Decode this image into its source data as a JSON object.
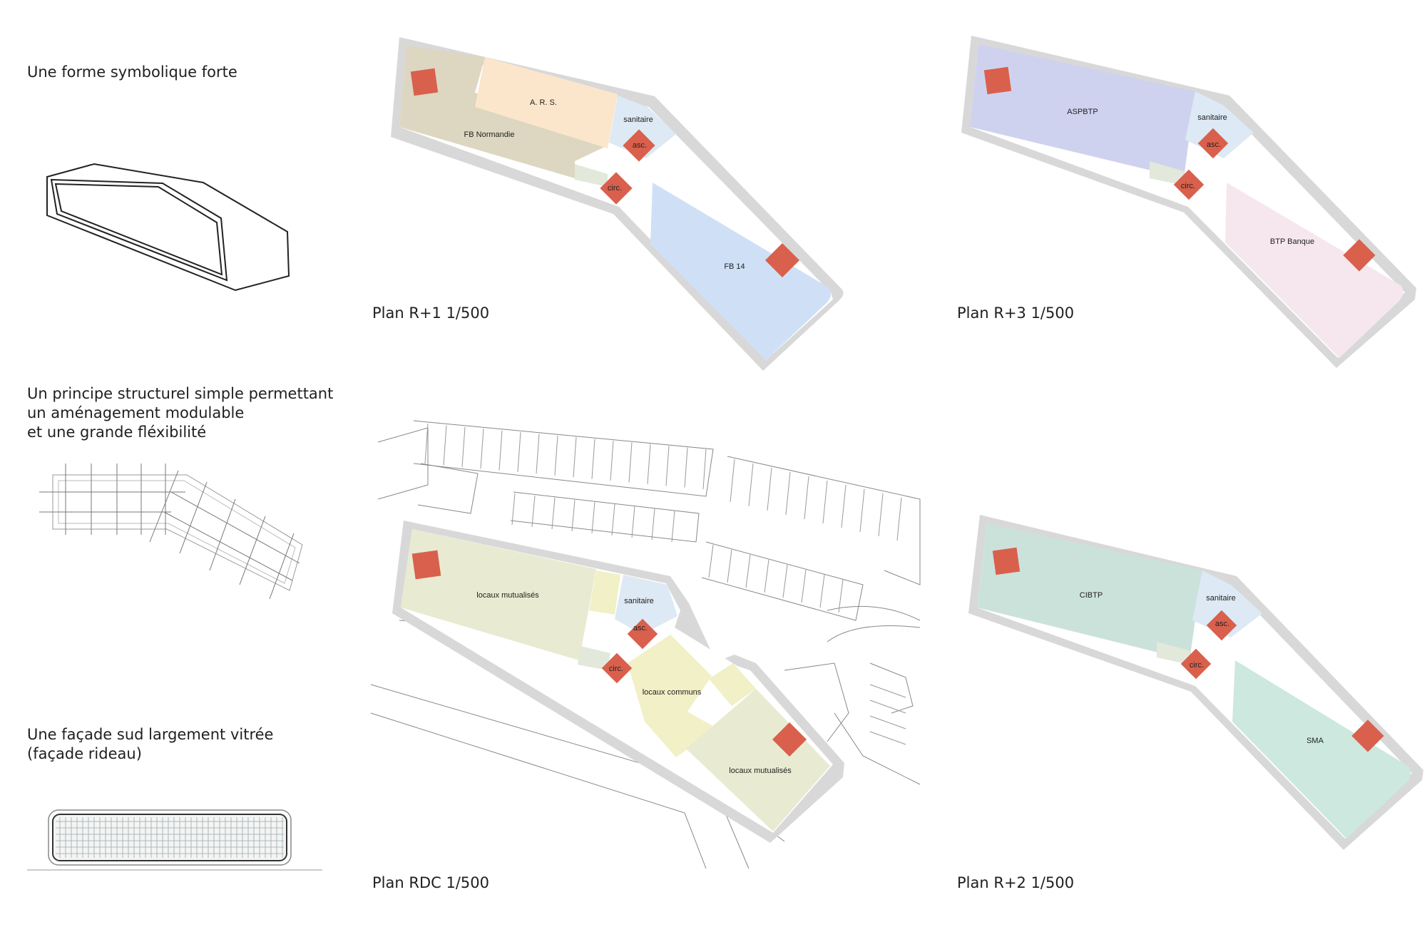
{
  "left_captions": {
    "forme": "Une forme symbolique forte",
    "structure": [
      "Un principe structurel simple permettant",
      "un aménagement modulable",
      "et une grande fléxibilité"
    ],
    "facade": [
      "Une façade sud largement vitrée",
      "(façade rideau)"
    ]
  },
  "plans": {
    "r1": {
      "title": "Plan R+1 1/500",
      "labels": {
        "ars": "A. R. S.",
        "fb_normandie": "FB Normandie",
        "sanitaire": "sanitaire",
        "asc": "asc.",
        "circ": "circ.",
        "fb14": "FB 14"
      }
    },
    "r3": {
      "title": "Plan R+3 1/500",
      "labels": {
        "aspbtp": "ASPBTP",
        "sanitaire": "sanitaire",
        "asc": "asc.",
        "circ": "circ.",
        "btp_banque": "BTP Banque"
      }
    },
    "rdc": {
      "title": "Plan RDC 1/500",
      "labels": {
        "locaux_mut_1": "locaux mutualisés",
        "sanitaire": "sanitaire",
        "asc": "asc.",
        "circ": "circ.",
        "locaux_communs": "locaux communs",
        "locaux_mut_2": "locaux mutualisés"
      }
    },
    "r2": {
      "title": "Plan R+2 1/500",
      "labels": {
        "cibtp": "CIBTP",
        "sanitaire": "sanitaire",
        "asc": "asc.",
        "circ": "circ.",
        "sma": "SMA"
      }
    }
  },
  "colors": {
    "shell": "#d6d6d6",
    "core_red": "#d9604c",
    "ars": "#fbe6cc",
    "fb_normandie": "#ddd6c1",
    "fb14": "#cfe0f6",
    "sanitaire": "#dde9f4",
    "aspbtp": "#cfd2ee",
    "btp_banque": "#f6e7ee",
    "cibtp": "#cbe2db",
    "sma": "#cce8df",
    "locaux_mut": "#e8ebd1",
    "locaux_communs": "#f1f0c6"
  }
}
